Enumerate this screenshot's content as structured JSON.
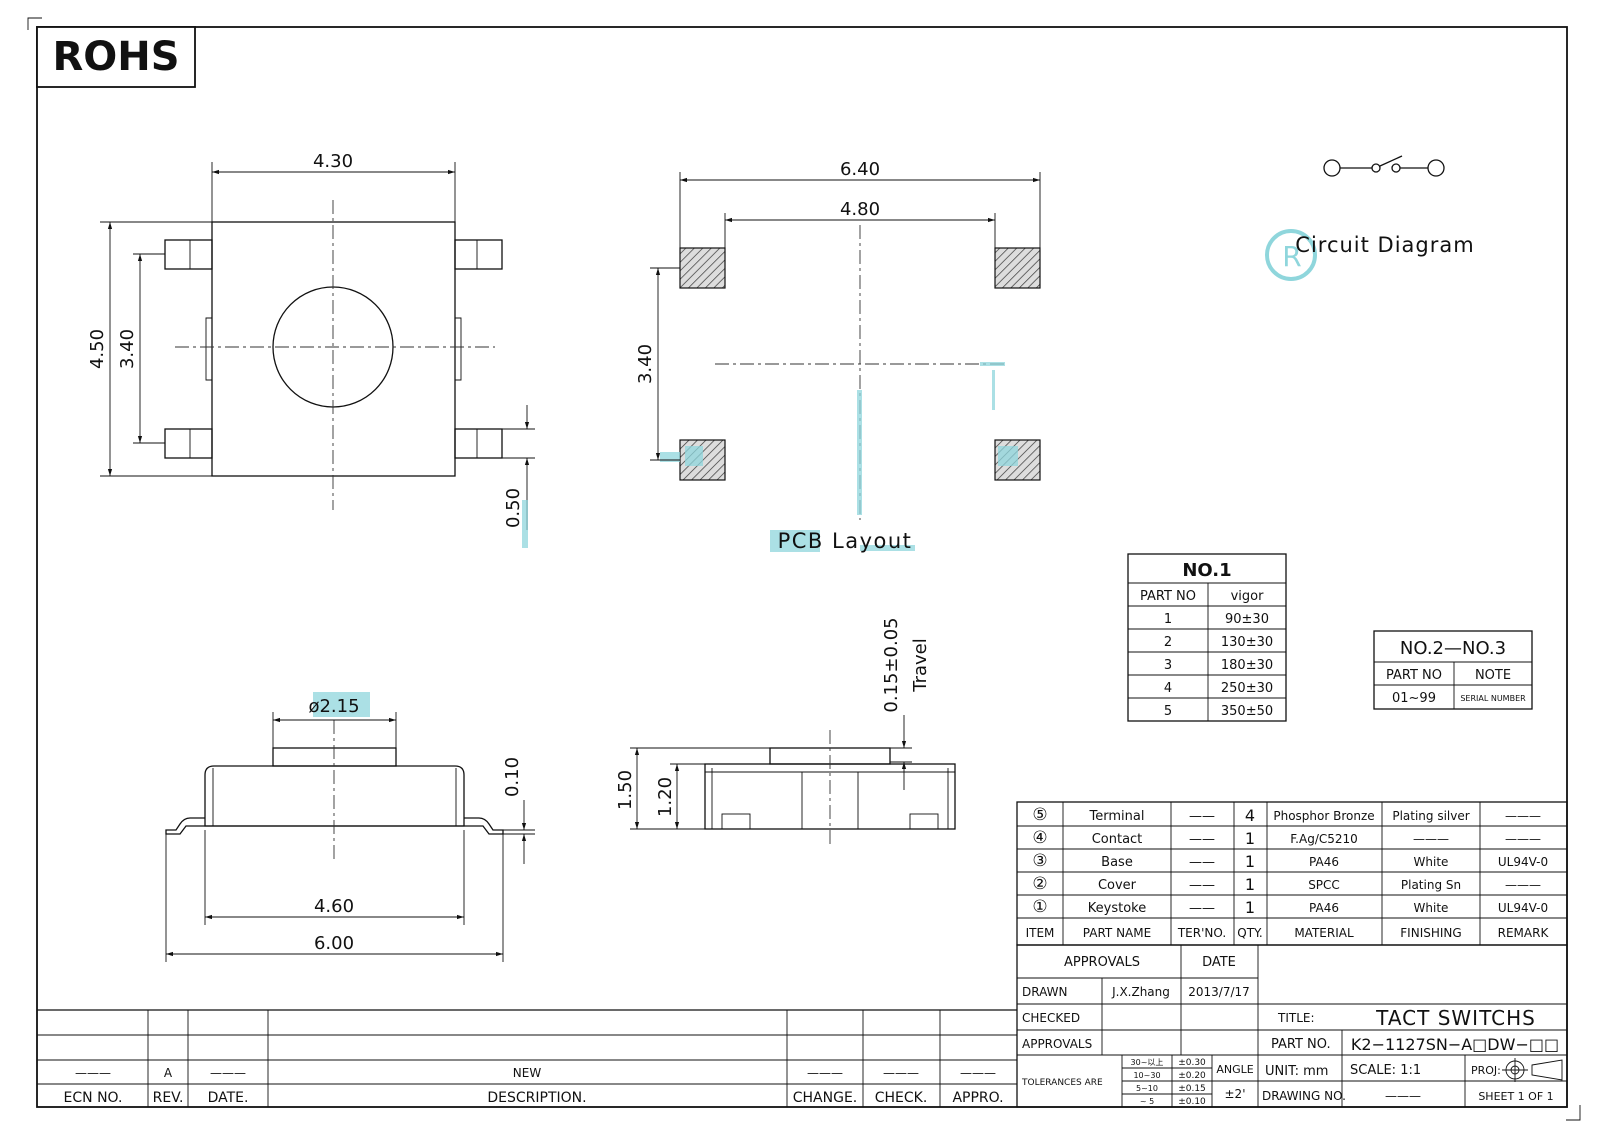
{
  "badge": "ROHS",
  "dimensions": {
    "top_width": "4.30",
    "height_outer": "4.50",
    "height_inner": "3.40",
    "lead_offset": "0.50",
    "pcb_outer": "6.40",
    "pcb_inner": "4.80",
    "pcb_pitch": "3.40",
    "actuator_diameter": "ø2.15",
    "lead_thickness": "0.10",
    "body_width": "4.60",
    "overall_width": "6.00",
    "travel_value": "0.15±0.05",
    "travel_label": "Travel",
    "overall_height": "1.50",
    "body_height": "1.20"
  },
  "labels": {
    "pcb_layout": "PCB Layout",
    "circuit_diagram": "Circuit Diagram",
    "registered_mark": "R"
  },
  "force_table": {
    "title": "NO.1",
    "headers": [
      "PART NO",
      "vigor"
    ],
    "rows": [
      [
        "1",
        "90±30"
      ],
      [
        "2",
        "130±30"
      ],
      [
        "3",
        "180±30"
      ],
      [
        "4",
        "250±30"
      ],
      [
        "5",
        "350±50"
      ]
    ]
  },
  "note_table": {
    "title": "NO.2—NO.3",
    "headers": [
      "PART NO",
      "NOTE"
    ],
    "row": [
      "01~99",
      "SERIAL NUMBER"
    ]
  },
  "bom": {
    "headers": [
      "ITEM",
      "PART NAME",
      "TER'NO.",
      "QTY.",
      "MATERIAL",
      "FINISHING",
      "REMARK"
    ],
    "rows": [
      {
        "item": "⑤",
        "name": "Terminal",
        "ter": "——",
        "qty": "4",
        "material": "Phosphor Bronze",
        "finishing": "Plating silver",
        "remark": "———"
      },
      {
        "item": "④",
        "name": "Contact",
        "ter": "——",
        "qty": "1",
        "material": "F.Ag/C5210",
        "finishing": "———",
        "remark": "———"
      },
      {
        "item": "③",
        "name": "Base",
        "ter": "——",
        "qty": "1",
        "material": "PA46",
        "finishing": "White",
        "remark": "UL94V-0"
      },
      {
        "item": "②",
        "name": "Cover",
        "ter": "——",
        "qty": "1",
        "material": "SPCC",
        "finishing": "Plating Sn",
        "remark": "———"
      },
      {
        "item": "①",
        "name": "Keystoke",
        "ter": "——",
        "qty": "1",
        "material": "PA46",
        "finishing": "White",
        "remark": "UL94V-0"
      }
    ]
  },
  "title_block": {
    "approvals_header": "APPROVALS",
    "date_header": "DATE",
    "drawn_label": "DRAWN",
    "drawn_by": "J.X.Zhang",
    "drawn_date": "2013/7/17",
    "checked_label": "CHECKED",
    "approvals_label": "APPROVALS",
    "tolerances_label": "TOLERANCES ARE",
    "tol_ranges": [
      "30~以上",
      "10~30",
      "5~10",
      "~ 5"
    ],
    "tol_values": [
      "±0.30",
      "±0.20",
      "±0.15",
      "±0.10"
    ],
    "angle_label": "ANGLE",
    "angle_value": "±2'",
    "title_label": "TITLE:",
    "title_value": "TACT SWITCHS",
    "part_no_label": "PART NO.",
    "part_no_value": "K2−1127SN−A□DW−□□",
    "unit": "UNIT: mm",
    "scale": "SCALE:  1:1",
    "proj": "PROJ:",
    "drawing_no_label": "DRAWING NO.",
    "drawing_no_value": "———",
    "sheet": "SHEET  1 OF 1"
  },
  "revision_block": {
    "rev": "A",
    "rev_date": "———",
    "description": "NEW",
    "blank": "———",
    "headers": [
      "ECN NO.",
      "REV.",
      "DATE.",
      "DESCRIPTION.",
      "CHANGE.",
      "CHECK.",
      "APPRO."
    ]
  }
}
